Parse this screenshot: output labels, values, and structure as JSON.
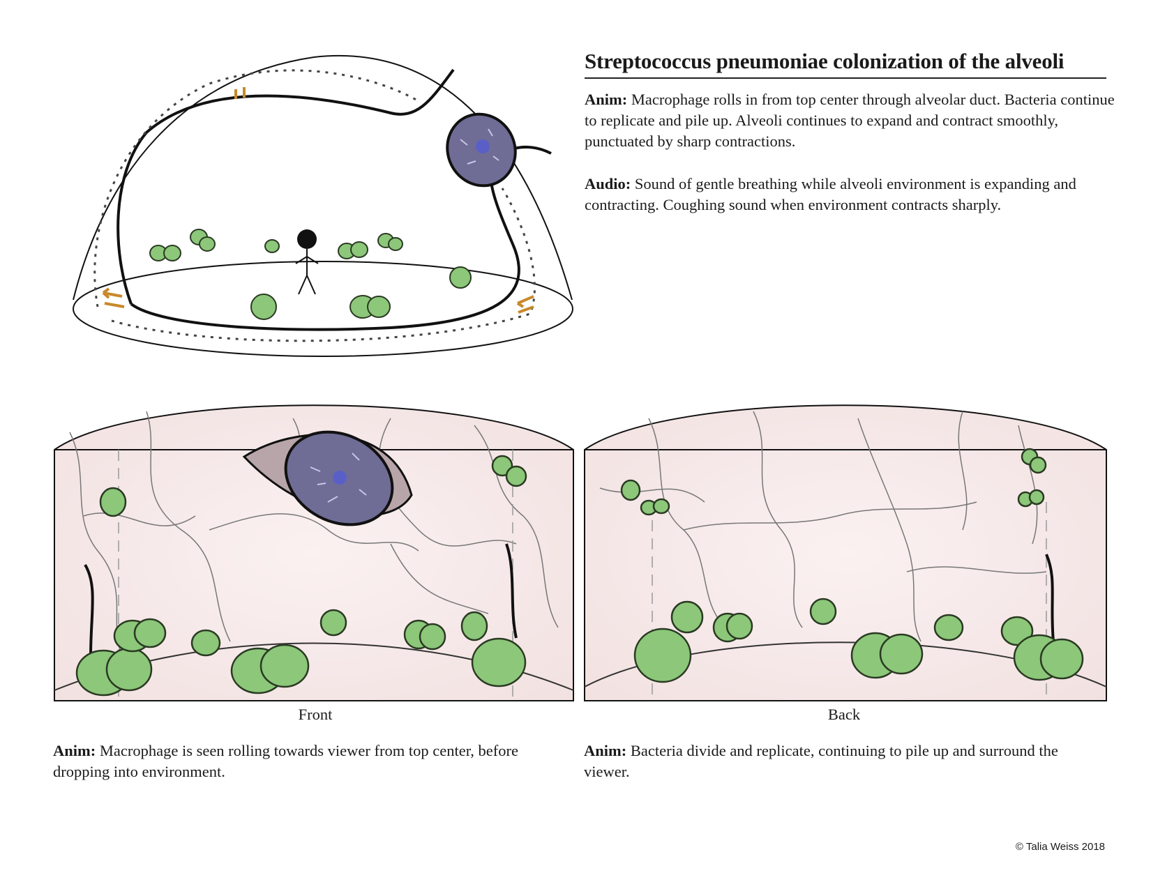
{
  "title": "Streptococcus pneumoniae colonization of the alveoli",
  "top": {
    "anim_label": "Anim:",
    "anim_text": " Macrophage rolls in from top center through alveolar duct. Bacteria continue to replicate and pile up. Alveoli continues to expand and contract smoothly, punctuated by sharp contractions.",
    "audio_label": "Audio:",
    "audio_text": " Sound of gentle breathing while alveoli environment is expanding and contracting. Coughing sound when environment contracts sharply."
  },
  "front": {
    "caption": "Front",
    "anim_label": "Anim:",
    "anim_text": " Macrophage is seen rolling towards viewer from top center, before dropping into environment."
  },
  "back": {
    "caption": "Back",
    "anim_label": "Anim:",
    "anim_text": " Bacteria divide and replicate, continuing to pile up and surround the viewer."
  },
  "copyright": "© Talia Weiss 2018",
  "colors": {
    "bacteria": "#8cc77a",
    "bacteria_stroke": "#2a3a22",
    "macrophage": "#6f6d95",
    "macrophage_nucleus": "#5a5fc8",
    "panel_bg": "#f7eaea",
    "arrow": "#c8892a"
  }
}
